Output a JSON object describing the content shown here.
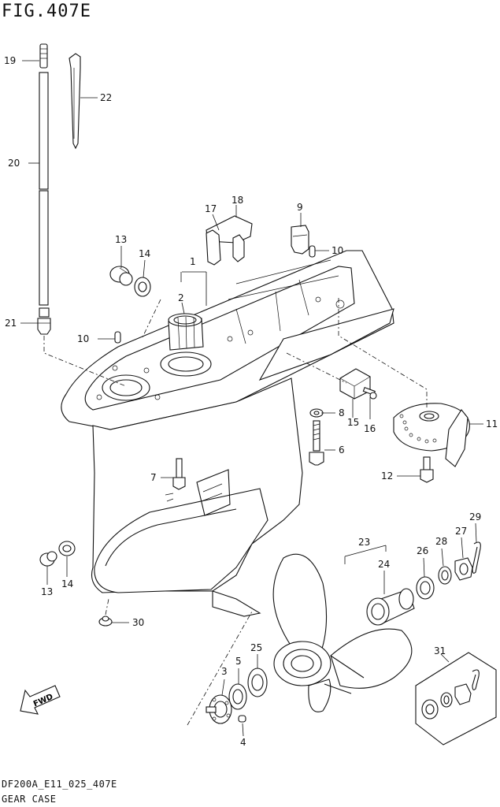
{
  "figure": {
    "title": "FIG.407E",
    "code": "DF200A_E11_025_407E",
    "name": "GEAR CASE"
  },
  "fwd_label": "FWD",
  "callouts": [
    "1",
    "2",
    "3",
    "4",
    "5",
    "6",
    "7",
    "8",
    "9",
    "10",
    "10",
    "11",
    "12",
    "13",
    "13",
    "14",
    "14",
    "15",
    "16",
    "17",
    "18",
    "19",
    "20",
    "21",
    "22",
    "23",
    "24",
    "25",
    "26",
    "27",
    "28",
    "29",
    "30",
    "31"
  ]
}
